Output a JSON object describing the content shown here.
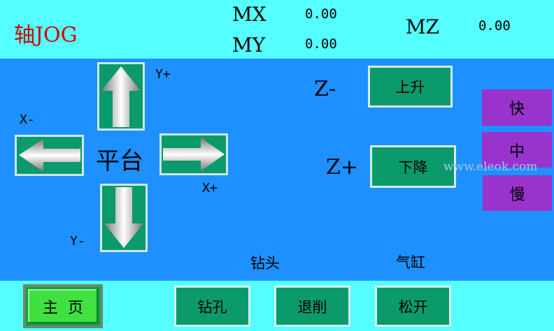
{
  "header": {
    "title": "轴JOG",
    "mx_label": "MX",
    "mx_value": "0.00",
    "my_label": "MY",
    "my_value": "0.00",
    "mz_label": "MZ",
    "mz_value": "0.00"
  },
  "jog": {
    "y_plus": "Y+",
    "y_minus": "Y-",
    "x_minus": "X-",
    "x_plus": "X+",
    "platform": "平台",
    "z_minus": "Z-",
    "z_plus": "Z+",
    "up_button": "上升",
    "down_button": "下降"
  },
  "speed": {
    "fast": "快",
    "medium": "中",
    "slow": "慢"
  },
  "watermark": "www.eleok.com",
  "section_labels": {
    "drill_head": "钻头",
    "cylinder": "气缸"
  },
  "footer": {
    "home": "主页",
    "drill": "钻孔",
    "retract": "退削",
    "release": "松开"
  },
  "colors": {
    "header_bg": "#55ffff",
    "panel_bg": "#1e90ff",
    "button_green": "#0a9a6c",
    "speed_purple": "#9933cc",
    "title_red": "#d40000"
  }
}
